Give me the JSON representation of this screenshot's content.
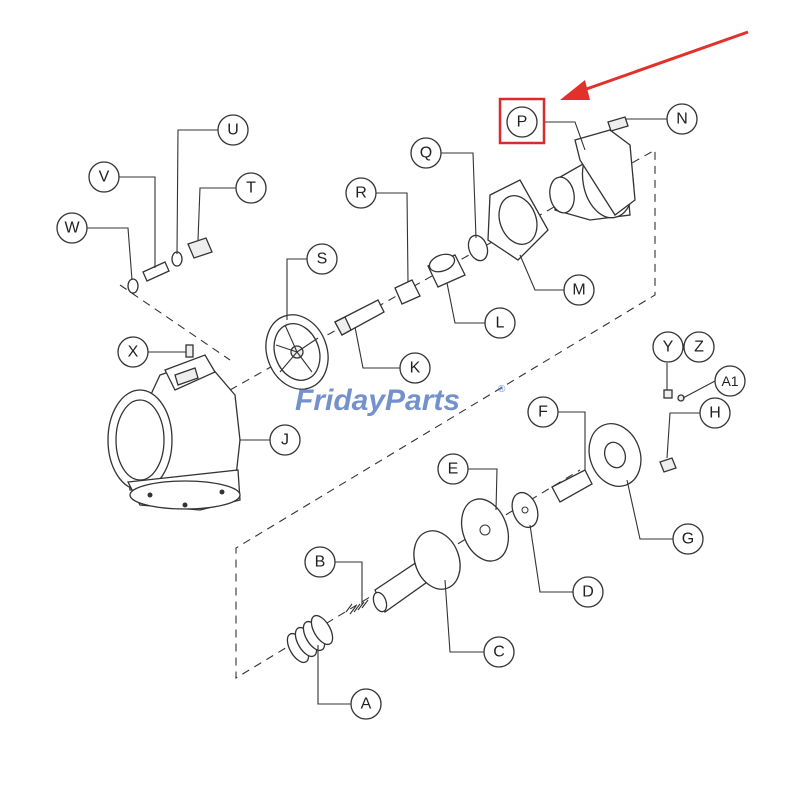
{
  "diagram": {
    "callouts": [
      {
        "id": "P",
        "label": "P"
      },
      {
        "id": "N",
        "label": "N"
      },
      {
        "id": "Q",
        "label": "Q"
      },
      {
        "id": "M",
        "label": "M"
      },
      {
        "id": "R",
        "label": "R"
      },
      {
        "id": "L",
        "label": "L"
      },
      {
        "id": "U",
        "label": "U"
      },
      {
        "id": "V",
        "label": "V"
      },
      {
        "id": "T",
        "label": "T"
      },
      {
        "id": "W",
        "label": "W"
      },
      {
        "id": "S",
        "label": "S"
      },
      {
        "id": "X",
        "label": "X"
      },
      {
        "id": "K",
        "label": "K"
      },
      {
        "id": "J",
        "label": "J"
      },
      {
        "id": "Y",
        "label": "Y"
      },
      {
        "id": "Z",
        "label": "Z"
      },
      {
        "id": "A1",
        "label": "A1"
      },
      {
        "id": "F",
        "label": "F"
      },
      {
        "id": "H",
        "label": "H"
      },
      {
        "id": "E",
        "label": "E"
      },
      {
        "id": "G",
        "label": "G"
      },
      {
        "id": "D",
        "label": "D"
      },
      {
        "id": "B",
        "label": "B"
      },
      {
        "id": "C",
        "label": "C"
      },
      {
        "id": "A",
        "label": "A"
      }
    ],
    "highlighted_callout": "P",
    "highlight_color": "#d92b2b",
    "arrow_color": "#e0312b",
    "watermark": {
      "part1": "Friday",
      "part2": "Parts",
      "mark": "®",
      "color_main": "#5b7fc4",
      "color_accent": "#f0a030"
    }
  }
}
